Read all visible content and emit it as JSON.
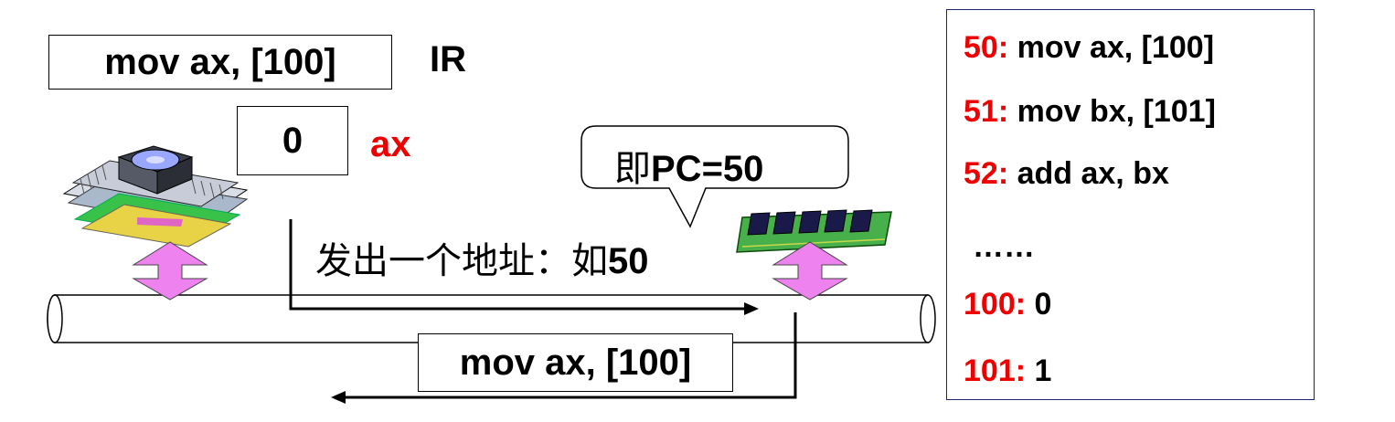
{
  "ir": {
    "instruction": "mov ax, [100]",
    "label": "IR"
  },
  "ax": {
    "value": "0",
    "label": "ax"
  },
  "callout": {
    "text_cn": "即",
    "text_pc": "PC=50"
  },
  "address_bus": {
    "text_cn": "发出一个地址：如",
    "text_num": "50"
  },
  "data_bus": {
    "instruction": "mov ax, [100]"
  },
  "memory": [
    {
      "addr": "50:",
      "content": "mov ax, [100]"
    },
    {
      "addr": "51:",
      "content": "mov bx, [101]"
    },
    {
      "addr": "52:",
      "content": "add ax, bx"
    },
    {
      "addr": "",
      "content": "……"
    },
    {
      "addr": "100:",
      "content": "0"
    },
    {
      "addr": "101:",
      "content": "1"
    }
  ],
  "colors": {
    "accent_red": "#ee0000",
    "arrow_pink": "#ee82ee",
    "panel_border": "#1a237e"
  },
  "icons": [
    "cpu-icon",
    "memory-chip-icon"
  ]
}
